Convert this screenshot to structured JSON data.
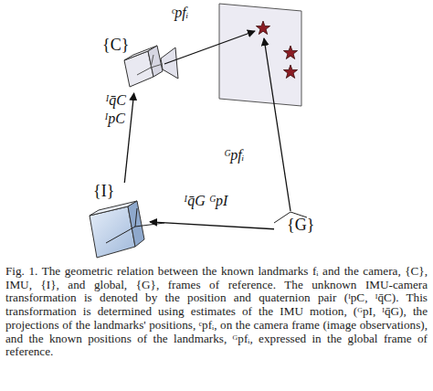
{
  "diagram": {
    "caption": "Fig. 1. The geometric relation between the known landmarks fᵢ and the camera, {C}, IMU, {I}, and global, {G}, frames of reference. The unknown IMU-camera transformation is denoted by the position and quaternion pair (ᴵpC, ᴵq̄C). This transformation is determined using estimates of the IMU motion, (ᴳpI, ᴵq̄G), the projections of the landmarks' positions, ᶜpfᵢ, on the camera frame (image observations), and the known positions of the landmarks, ᴳpfᵢ, expressed in the global frame of reference.",
    "nodes": [
      {
        "text": [
          "{C}"
        ]
      },
      {
        "text": [
          "{I}"
        ]
      },
      {
        "text": [
          "{G}"
        ]
      }
    ],
    "edges": [
      {
        "from": 1,
        "to": 0,
        "arrow": "to",
        "label": "ᴵq̄C ᴵpC"
      },
      {
        "from": 2,
        "to": 1,
        "arrow": "to",
        "label": "ᴵq̄G ᴳpI"
      }
    ],
    "labels": [
      "ᶜpfᵢ",
      "ᴳpfᵢ"
    ]
  }
}
